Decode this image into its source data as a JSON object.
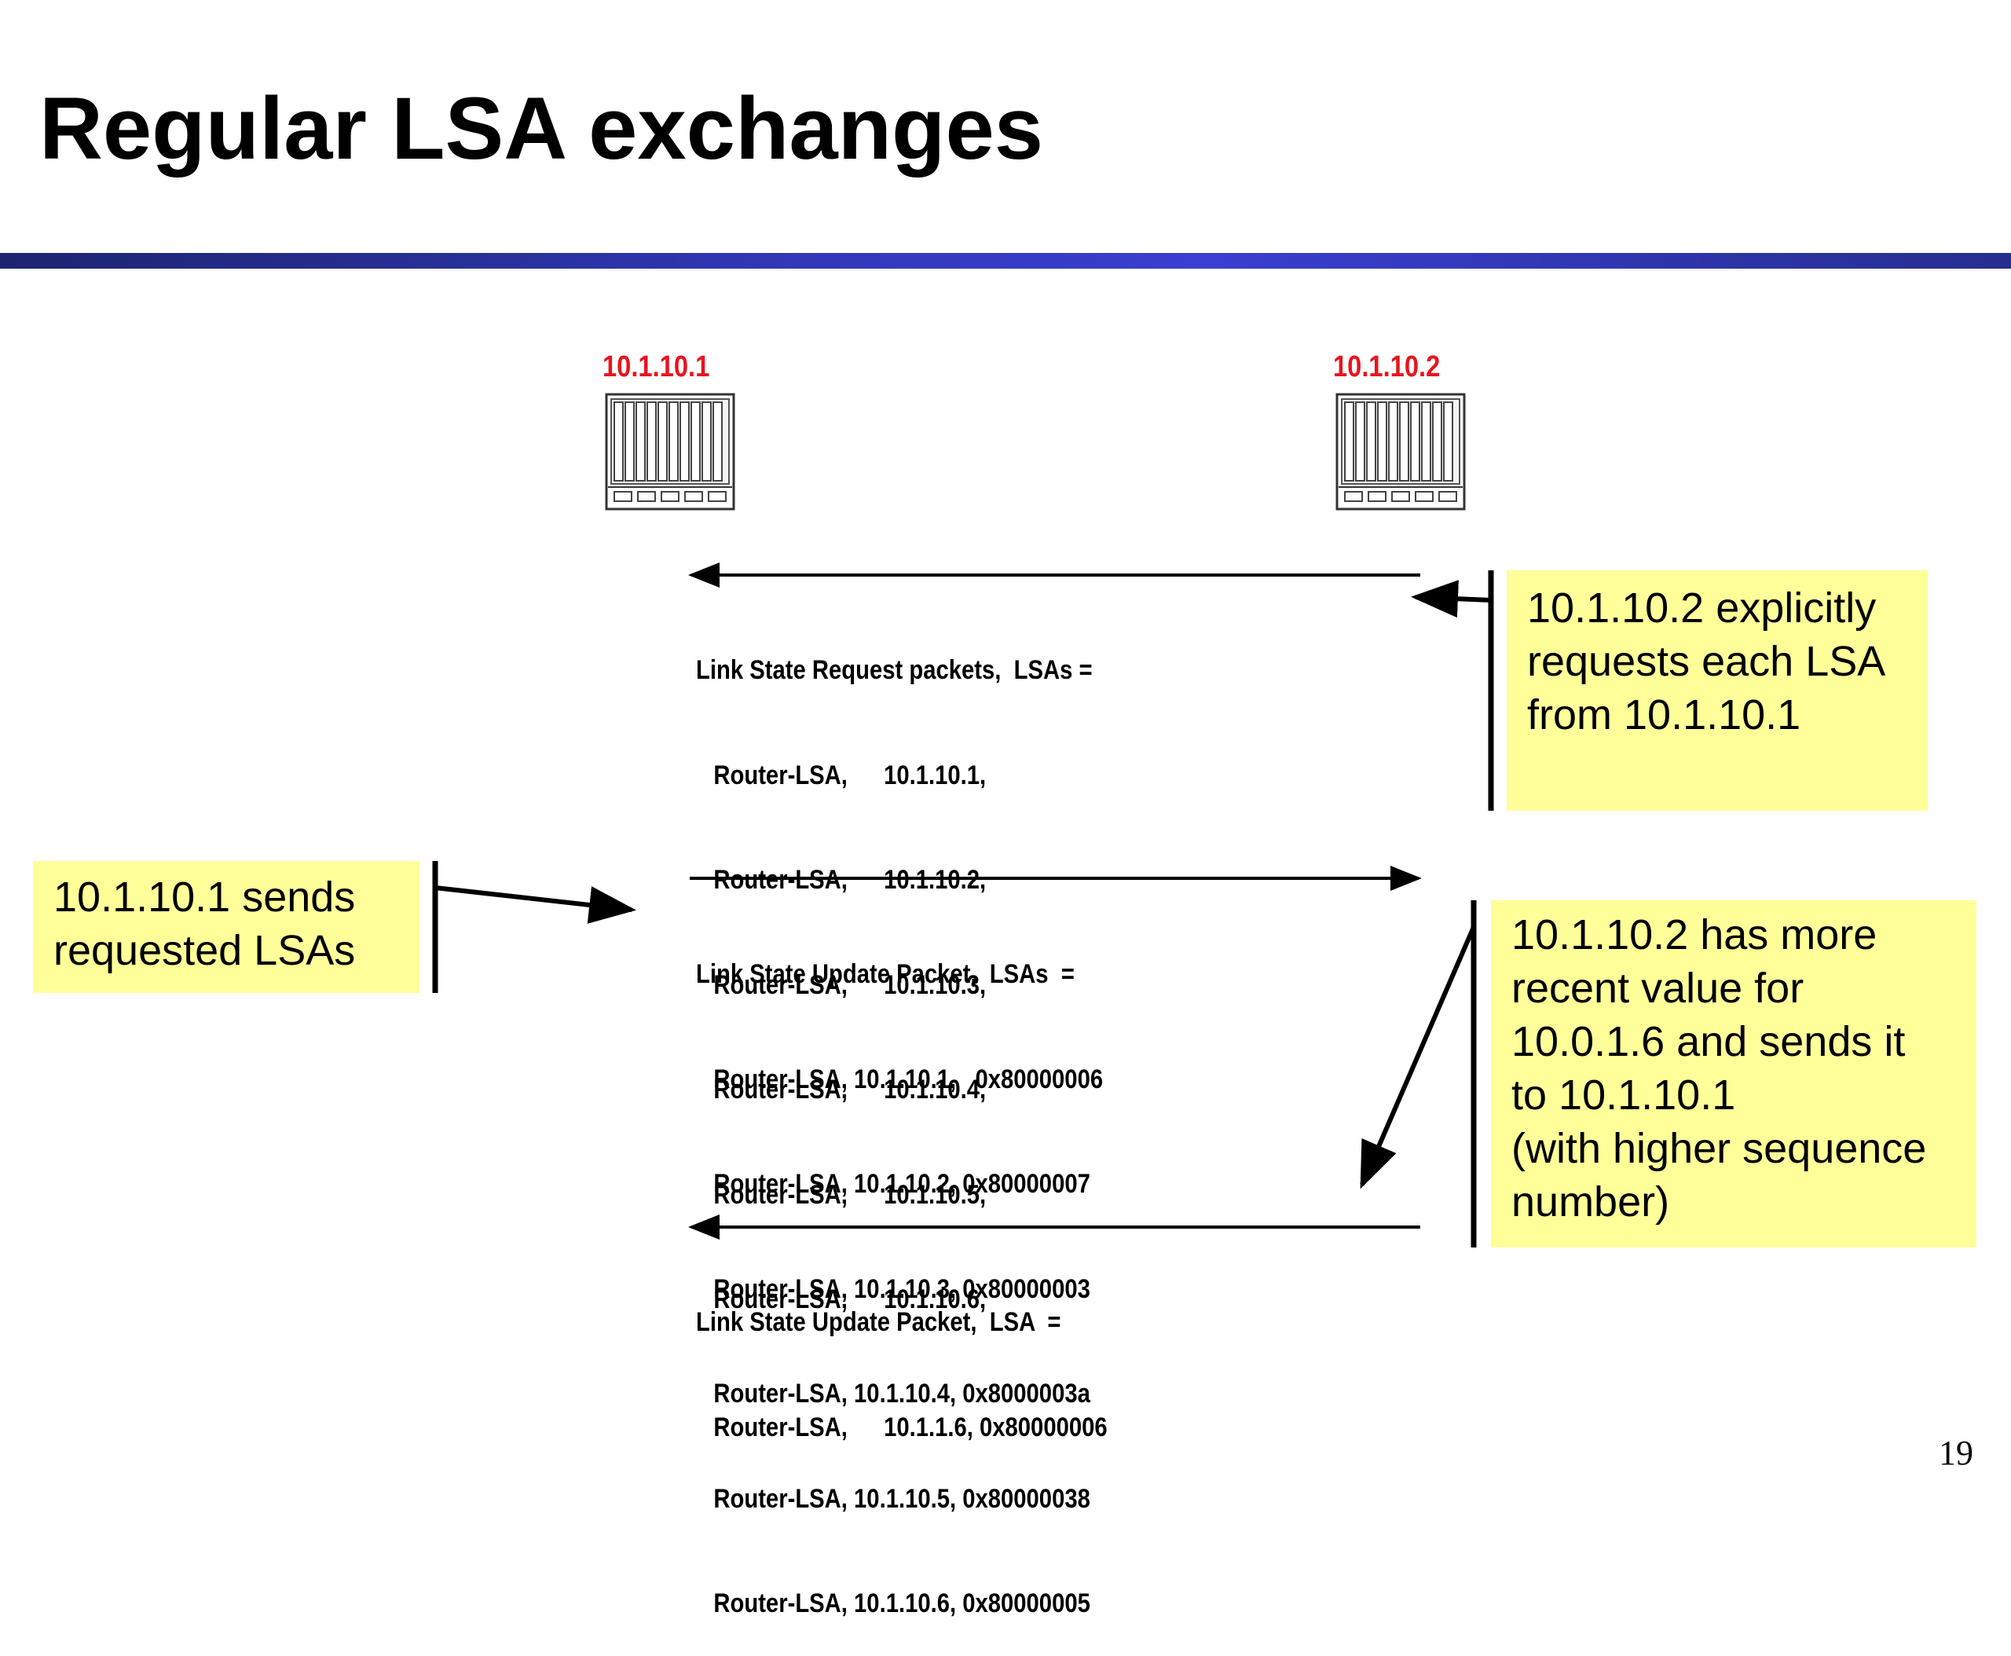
{
  "title": "Regular LSA exchanges",
  "page_number": "19",
  "routers": {
    "left": {
      "label": "10.1.10.1"
    },
    "right": {
      "label": "10.1.10.2"
    }
  },
  "request_packet": {
    "header": "Link State Request packets,  LSAs =",
    "rows": [
      {
        "type": "Router-LSA,",
        "value": "10.1.10.1,"
      },
      {
        "type": "Router-LSA,",
        "value": "10.1.10.2,"
      },
      {
        "type": "Router-LSA,",
        "value": "10.1.10.3,"
      },
      {
        "type": "Router-LSA,",
        "value": "10.1.10.4,"
      },
      {
        "type": "Router-LSA,",
        "value": "10.1.10.5,"
      },
      {
        "type": "Router-LSA,",
        "value": "10.1.10.6,"
      }
    ]
  },
  "update_packet": {
    "header": "Link State Update Packet,  LSAs  =",
    "rows": [
      "Router-LSA, 10.1.10.1,   0x80000006",
      "Router-LSA, 10.1.10.2, 0x80000007",
      "Router-LSA, 10.1.10.3, 0x80000003",
      "Router-LSA, 10.1.10.4, 0x8000003a",
      "Router-LSA, 10.1.10.5, 0x80000038",
      "Router-LSA, 10.1.10.6, 0x80000005"
    ]
  },
  "update_packet_2": {
    "header": "Link State Update Packet,  LSA  =",
    "rows": [
      {
        "type": "Router-LSA,",
        "value": "10.1.1.6, 0x80000006"
      }
    ]
  },
  "notes": {
    "request_note": [
      "10.1.10.2 explicitly",
      "requests each LSA",
      "from 10.1.10.1"
    ],
    "send_note": [
      "10.1.10.1 sends",
      "requested LSAs"
    ],
    "recent_note": [
      "10.1.10.2 has more",
      "recent value for",
      "10.0.1.6 and sends it",
      "to 10.1.10.1",
      "(with higher sequence",
      "number)"
    ]
  },
  "colors": {
    "router_label": "#e8141e",
    "note_background": "#ffff99",
    "title_bar": "#3238b8"
  },
  "icons": {
    "router": "router-chassis-icon"
  }
}
